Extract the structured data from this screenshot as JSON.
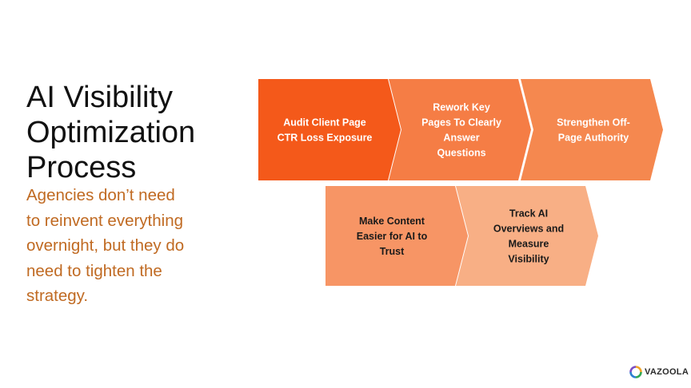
{
  "title": {
    "lines": [
      "AI Visibility",
      "Optimization",
      "Process"
    ]
  },
  "subtitle": {
    "lines": [
      "Agencies don’t need",
      "to reinvent everything",
      "overnight, but they do",
      "need to tighten the",
      "strategy."
    ]
  },
  "steps": [
    {
      "lines": [
        "Audit Client Page",
        "CTR Loss Exposure"
      ],
      "color": "#f4591a"
    },
    {
      "lines": [
        "Rework Key",
        "Pages To Clearly",
        "Answer",
        "Questions"
      ],
      "color": "#f57d45"
    },
    {
      "lines": [
        "Strengthen Off-",
        "Page Authority"
      ],
      "color": "#f5884f"
    },
    {
      "lines": [
        "Make Content",
        "Easier for AI to",
        "Trust"
      ],
      "color": "#f79565"
    },
    {
      "lines": [
        "Track AI",
        "Overviews and",
        "Measure",
        "Visibility"
      ],
      "color": "#f8af85"
    }
  ],
  "colors": {
    "title": "#111111",
    "subtitle": "#c06a22",
    "step_text_light": "#ffffff",
    "step_text_dark": "#1a1a1a"
  },
  "logo": {
    "text": "VAZOOLA",
    "icon": "vazoola-ring-icon"
  }
}
